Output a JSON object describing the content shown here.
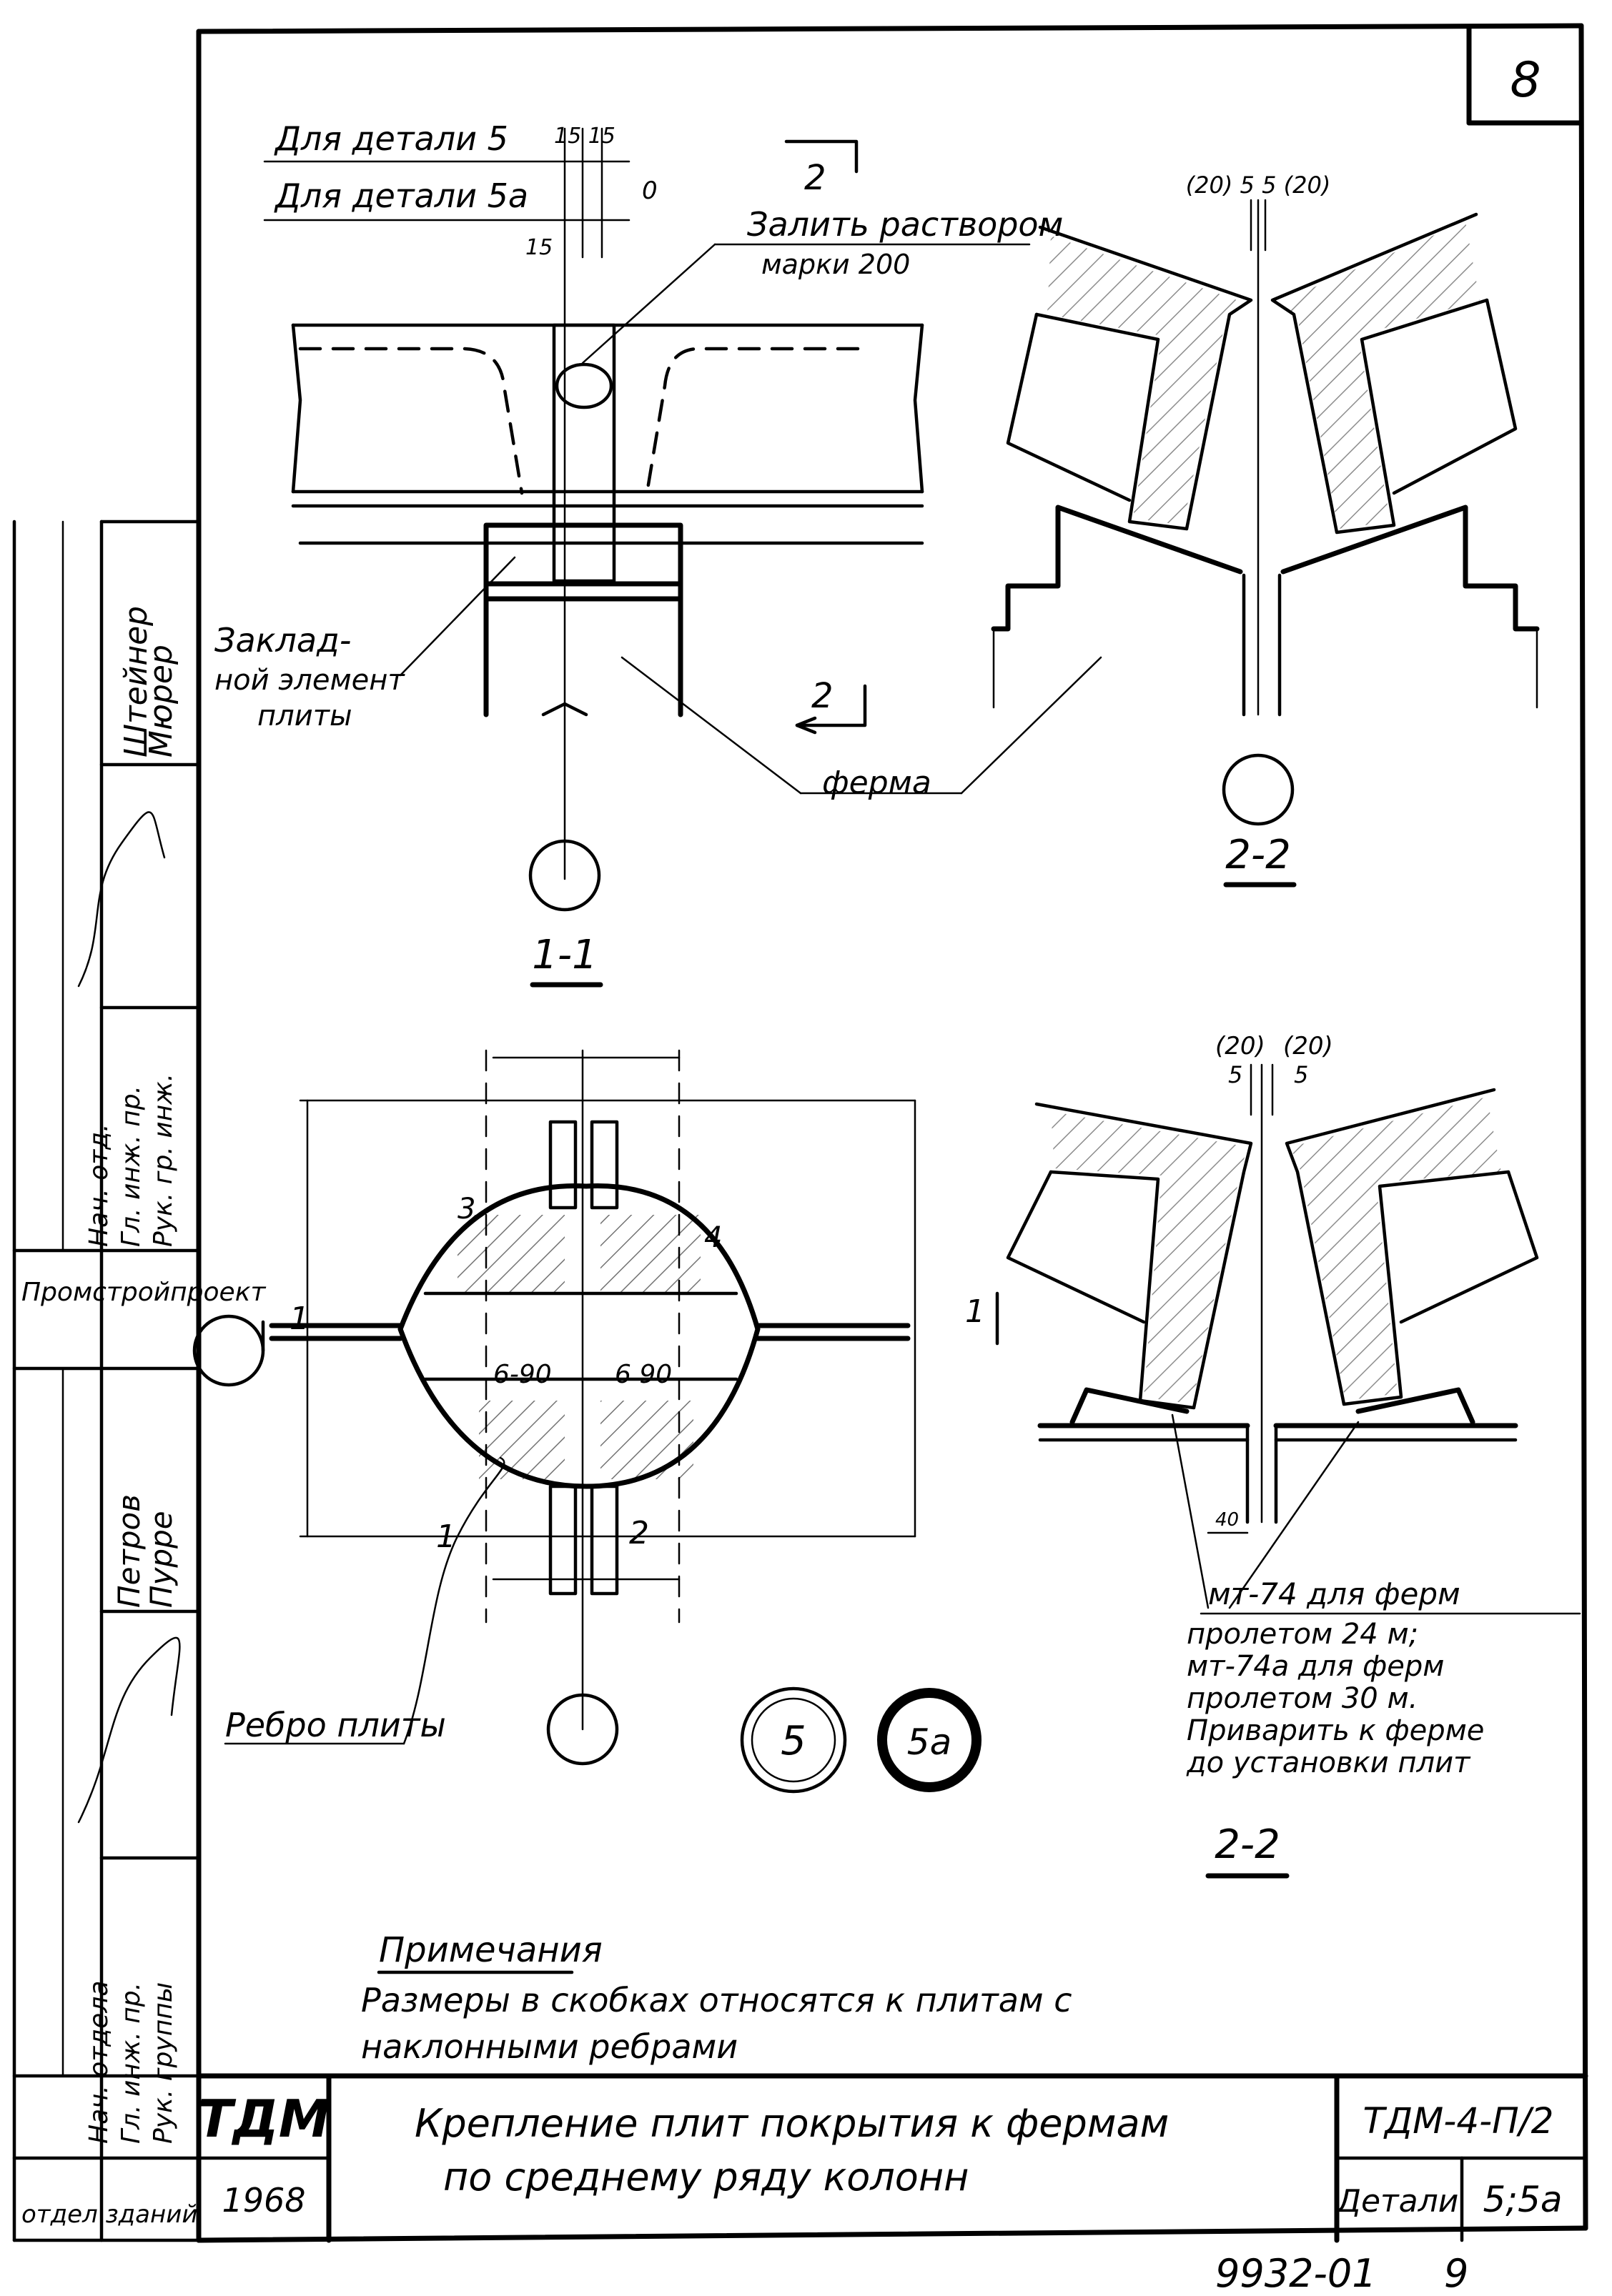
{
  "sheet": {
    "number": "8",
    "title_line1": "Крепление плит покрытия к фермам",
    "title_line2": "по среднему ряду колонн",
    "doc_code": "ТДМ-4-П/2",
    "details_label": "Детали",
    "details_value": "5;5а",
    "org": "ТДМ",
    "year": "1968",
    "archive_number": "9932-01",
    "sheet_index": "9"
  },
  "stamp_cells": {
    "col_a": [
      "Нач. отдела",
      "Гл. инж. пр.",
      "Рук. группы"
    ],
    "col_b": [
      "Петров",
      "Пурре"
    ],
    "col_c": [
      "Нач. отд.",
      "Гл. инж. пр.",
      "Рук. гр. инж."
    ],
    "col_d": [
      "Мюрер",
      "Штейнер"
    ],
    "org_name": "Промстройпроект",
    "org_department": "отдел зданий"
  },
  "top_left": {
    "dim_row1_label": "Для детали 5",
    "dim_row1_values": "15 15",
    "dim_row2_label": "Для детали 5а",
    "dim_row2_value": "0",
    "dim_left": "15",
    "grout_note_line1": "Залить раствором",
    "grout_note_line2": "марки 200",
    "cut_marker": "2",
    "cut_marker_bottom": "2",
    "embedded_line1": "Заклад-",
    "embedded_line2": "ной элемент",
    "embedded_line3": "плиты",
    "truss_label": "ферма",
    "section_label": "1-1"
  },
  "top_right": {
    "dim_label": "(20) 5 5 (20)",
    "section_label": "2-2"
  },
  "bottom_left": {
    "num_3": "3",
    "num_4": "4",
    "num_1": "1",
    "num_2": "2",
    "dim_left": "6-90",
    "dim_right": "6 90",
    "cut_1_left": "1",
    "cut_1_right": "1",
    "rib_label": "Ребро плиты",
    "detail_5": "5",
    "detail_5a": "5а"
  },
  "bottom_right": {
    "dim_top_left": "(20)",
    "dim_top_right": "(20)",
    "dim_5_left": "5",
    "dim_5_right": "5",
    "dim_40": "40",
    "note_line1": "мт-74 для ферм",
    "note_line2": "пролетом 24 м;",
    "note_line3": "мт-74а для ферм",
    "note_line4": "пролетом 30 м.",
    "note_line5": "Приварить к ферме",
    "note_line6": "до установки плит",
    "section_label": "2-2"
  },
  "notes": {
    "heading": "Примечания",
    "line1": "Размеры в скобках относятся к плитам с",
    "line2": "наклонными ребрами"
  }
}
